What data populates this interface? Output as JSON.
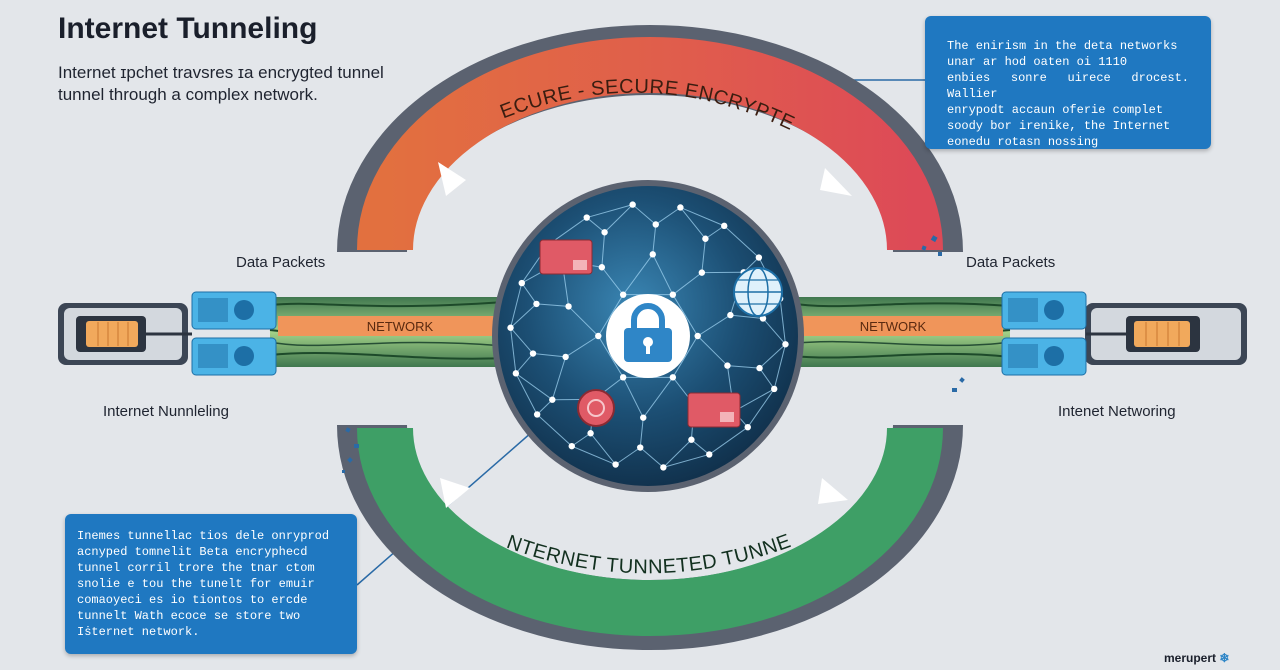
{
  "header": {
    "title": "Internet Tunneling",
    "subtitle": "Internet ɪpchet travsres ɪa encrygted tunnel tunnel through a complex network."
  },
  "info_top": {
    "lines": [
      "The enirism in the deta networks",
      "unar ar hod oaten oi 1110",
      "enbies sonre uirece drocest. Wallier",
      "enrypodt accaun oferie complet",
      "soody bor irenike,  the Internet",
      "eonedu rotasn nossing"
    ]
  },
  "info_bottom": {
    "lines": [
      "Inemes tunnellac tios dele onryprod",
      "acnyped tomnelit Beta encryphecd",
      "tunnel corril trore the tnar ctom",
      "snolie e tou the tunelt for emuir",
      "comaoyeci es io tiontos to ercde",
      "tunnelt Wath ecoce se store two",
      "Iṡternet network."
    ]
  },
  "arcs": {
    "top_label": "SECURE  -  SECURE ENCRYPTED",
    "top_color": "#e2703f",
    "top_color_end": "#dd4a57",
    "bottom_label": "INTERNET TUNNETED TUNNEL",
    "bottom_color": "#3e9f66"
  },
  "pipes": {
    "left_label": "NETWORK",
    "right_label": "NETWORK",
    "band_color": "#f0955a"
  },
  "labels": {
    "left_top": "Data Packets",
    "right_top": "Data Packets",
    "left_bottom": "Internet Nunnleling",
    "right_bottom": "Intenet Networing"
  },
  "globe": {
    "base_color": "#1c4f74",
    "lock_color": "#2f86c7",
    "icons": [
      "padlock-icon",
      "globe-grid-icon",
      "folder-icon",
      "alert-badge-icon"
    ]
  },
  "footer": {
    "brand": "merupert"
  }
}
